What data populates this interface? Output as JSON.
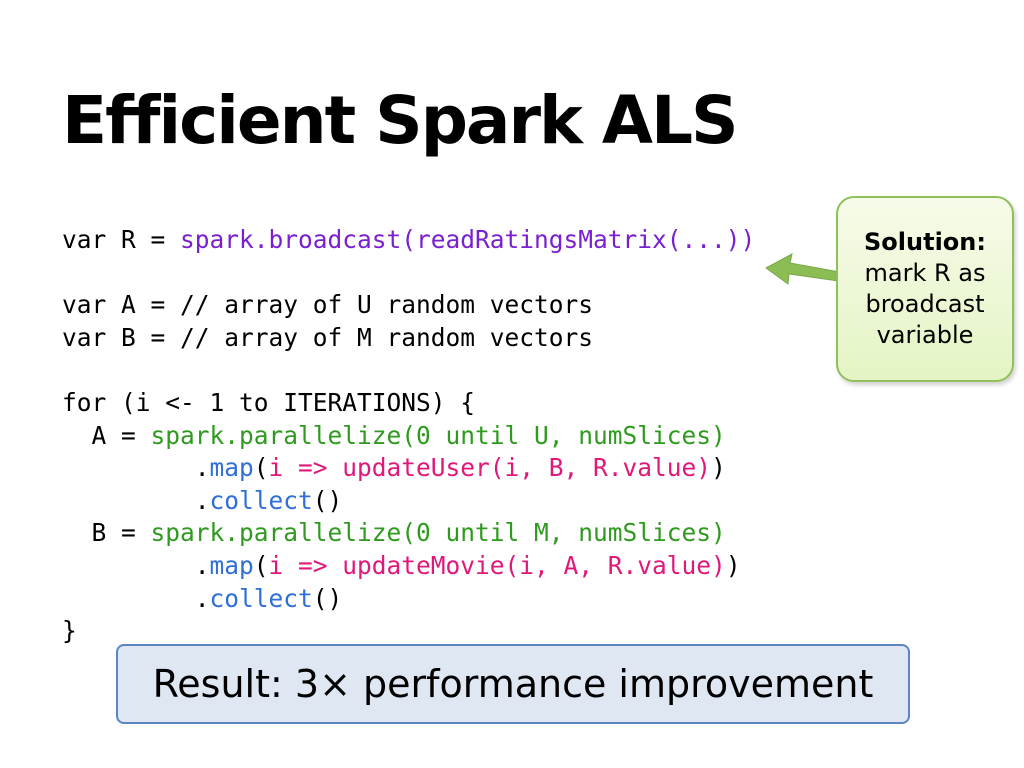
{
  "slide": {
    "title": "Efficient Spark ALS",
    "code_lines": [
      [
        {
          "text": "var R = ",
          "color": "default"
        },
        {
          "text": "spark.broadcast(readRatingsMatrix(...))",
          "color": "purple"
        }
      ],
      [],
      [
        {
          "text": "var A = // array of U random vectors",
          "color": "default"
        }
      ],
      [
        {
          "text": "var B = // array of M random vectors",
          "color": "default"
        }
      ],
      [],
      [
        {
          "text": "for (i <- 1 to ITERATIONS) {",
          "color": "default"
        }
      ],
      [
        {
          "text": "  A = ",
          "color": "default"
        },
        {
          "text": "spark.parallelize(0 until U, numSlices)",
          "color": "green"
        }
      ],
      [
        {
          "text": "         .",
          "color": "default"
        },
        {
          "text": "map",
          "color": "blue"
        },
        {
          "text": "(",
          "color": "default"
        },
        {
          "text": "i => updateUser(i, B, R.value)",
          "color": "pink"
        },
        {
          "text": ")",
          "color": "default"
        }
      ],
      [
        {
          "text": "         .",
          "color": "default"
        },
        {
          "text": "collect",
          "color": "blue"
        },
        {
          "text": "()",
          "color": "default"
        }
      ],
      [
        {
          "text": "  B = ",
          "color": "default"
        },
        {
          "text": "spark.parallelize(0 until M, numSlices)",
          "color": "green"
        }
      ],
      [
        {
          "text": "         .",
          "color": "default"
        },
        {
          "text": "map",
          "color": "blue"
        },
        {
          "text": "(",
          "color": "default"
        },
        {
          "text": "i => updateMovie(i, A, R.value)",
          "color": "pink"
        },
        {
          "text": ")",
          "color": "default"
        }
      ],
      [
        {
          "text": "         .",
          "color": "default"
        },
        {
          "text": "collect",
          "color": "blue"
        },
        {
          "text": "()",
          "color": "default"
        }
      ],
      [
        {
          "text": "}",
          "color": "default"
        }
      ]
    ],
    "callout": {
      "heading": "Solution:",
      "lines": [
        "mark R as",
        "broadcast",
        "variable"
      ]
    },
    "result": "Result: 3× performance improvement"
  },
  "colors": {
    "purple": "#7a1fd1",
    "green": "#2f9a1f",
    "blue": "#2f6fd8",
    "pink": "#e0187a",
    "callout_border": "#8fc05a",
    "callout_fill": "#e4f4c4",
    "arrow": "#8bbd54",
    "result_border": "#5b86c2",
    "result_fill": "#dfe7f3"
  }
}
